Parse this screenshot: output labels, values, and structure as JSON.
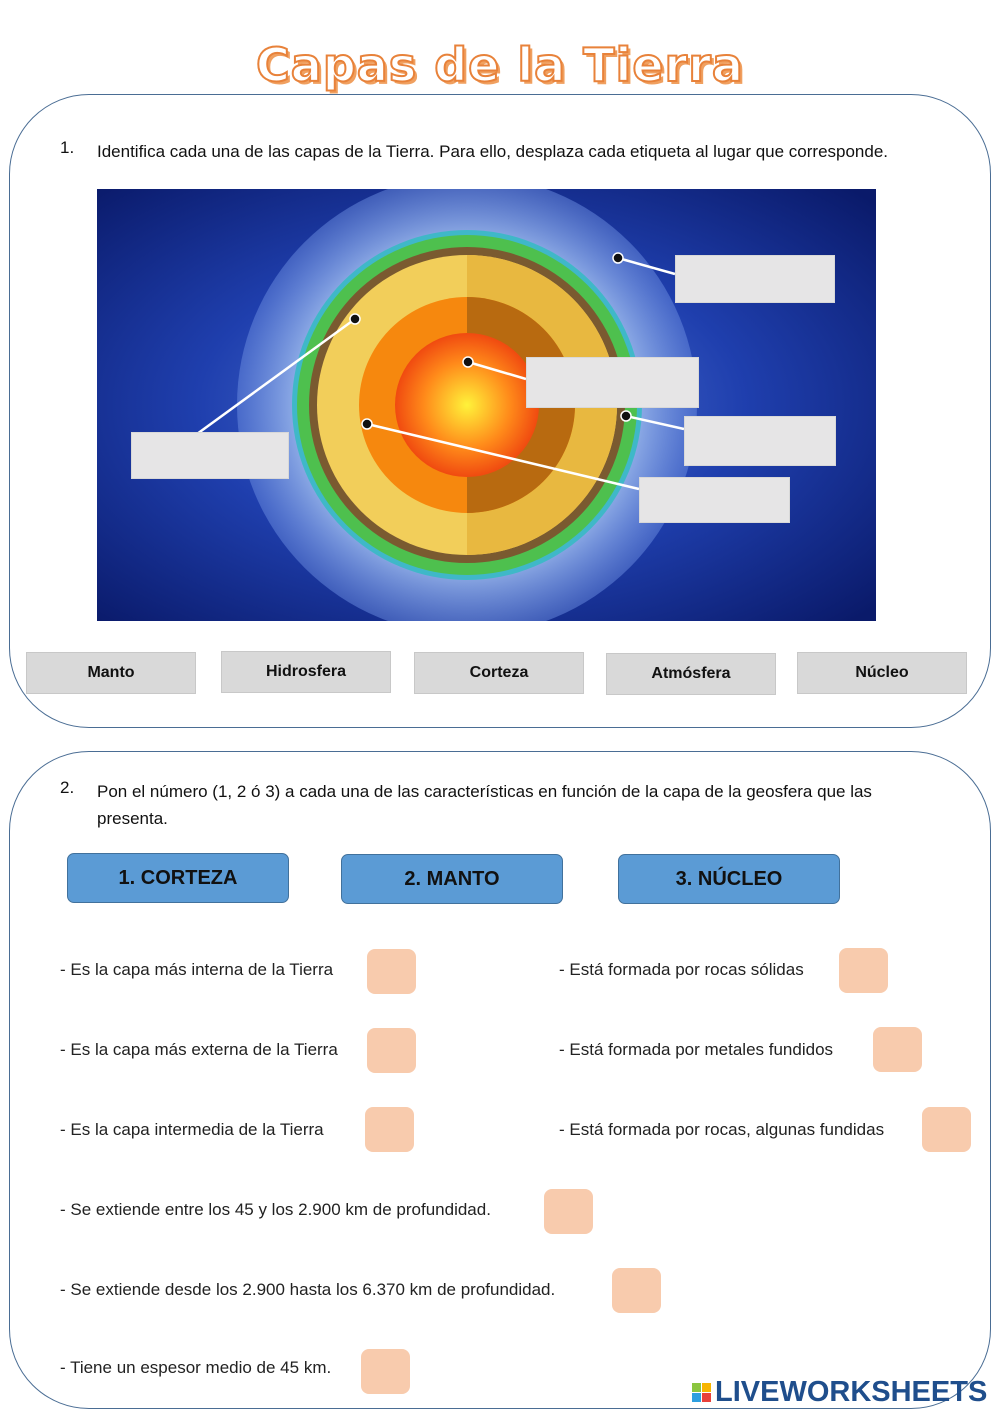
{
  "title": "Capas de la Tierra",
  "q1": {
    "number": "1.",
    "text": "Identifica cada una de las capas de la Tierra. Para ello, desplaza cada etiqueta al lugar que corresponde.",
    "labels": [
      "Manto",
      "Hidrosfera",
      "Corteza",
      "Atmósfera",
      "Núcleo"
    ]
  },
  "q2": {
    "number": "2.",
    "text": "Pon el número (1, 2 ó 3) a cada una de las características en función de la capa de la geosfera que las presenta.",
    "categories": [
      "1.  CORTEZA",
      "2. MANTO",
      "3. NÚCLEO"
    ],
    "items": [
      "- Es la capa más interna de la Tierra",
      "- Es la capa más externa de la Tierra",
      "- Es la capa intermedia de la Tierra",
      "- Está formada por rocas sólidas",
      "- Está formada por metales fundidos",
      "- Está formada por rocas, algunas fundidas",
      "- Se extiende entre los 45 y los 2.900 km de profundidad.",
      "- Se extiende desde los 2.900 hasta los 6.370 km de profundidad.",
      "- Tiene un espesor medio de 45 km."
    ]
  },
  "logo": {
    "text": "LIVEWORKSHEETS",
    "block_letters": "LIVE"
  },
  "colors": {
    "accent": "#e8823a",
    "blue": "#5b9bd5",
    "peach": "#f8cbad",
    "border": "#4a6d94"
  }
}
